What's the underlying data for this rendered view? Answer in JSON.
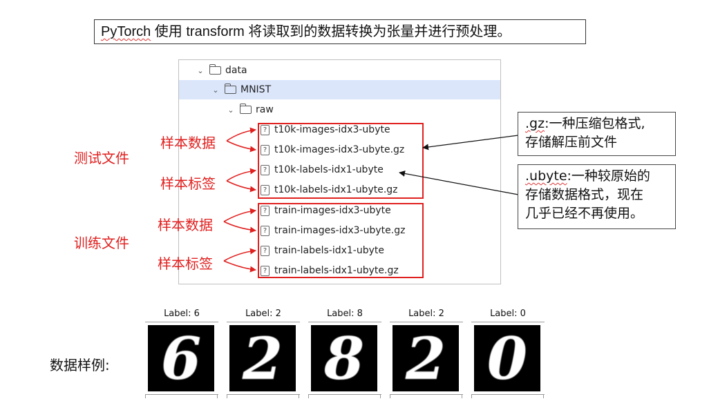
{
  "title": {
    "part1": "PyTorch",
    "part2": " 使用 transform 将读取到的数据转换为张量并进行预处理。"
  },
  "tree": {
    "folders": [
      {
        "name": "data",
        "chevron": "⌄",
        "selected": false
      },
      {
        "name": "MNIST",
        "chevron": "⌄",
        "selected": true
      },
      {
        "name": "raw",
        "chevron": "⌄",
        "selected": false
      }
    ],
    "files": [
      "t10k-images-idx3-ubyte",
      "t10k-images-idx3-ubyte.gz",
      "t10k-labels-idx1-ubyte",
      "t10k-labels-idx1-ubyte.gz",
      "train-images-idx3-ubyte",
      "train-images-idx3-ubyte.gz",
      "train-labels-idx1-ubyte",
      "train-labels-idx1-ubyte.gz"
    ],
    "file_icon": "?"
  },
  "annotations": {
    "test_group": "测试文件",
    "train_group": "训练文件",
    "sample_data": "样本数据",
    "sample_labels": "样本标签",
    "accent_color": "#e0201f"
  },
  "notes": {
    "gz_ext": ".gz",
    "gz_text_line1": ":一种压缩包格式,",
    "gz_text_line2": "存储解压前文件",
    "ubyte_ext": ".ubyte",
    "ubyte_text_line1": ":一种较原始的",
    "ubyte_text_line2": "存储数据格式，现在",
    "ubyte_text_line3": "几乎已经不再使用。"
  },
  "samples": {
    "title": "数据样例:",
    "items": [
      {
        "label": "Label: 6",
        "digit": "6"
      },
      {
        "label": "Label: 2",
        "digit": "2"
      },
      {
        "label": "Label: 8",
        "digit": "8"
      },
      {
        "label": "Label: 2",
        "digit": "2"
      },
      {
        "label": "Label: 0",
        "digit": "0"
      }
    ]
  }
}
